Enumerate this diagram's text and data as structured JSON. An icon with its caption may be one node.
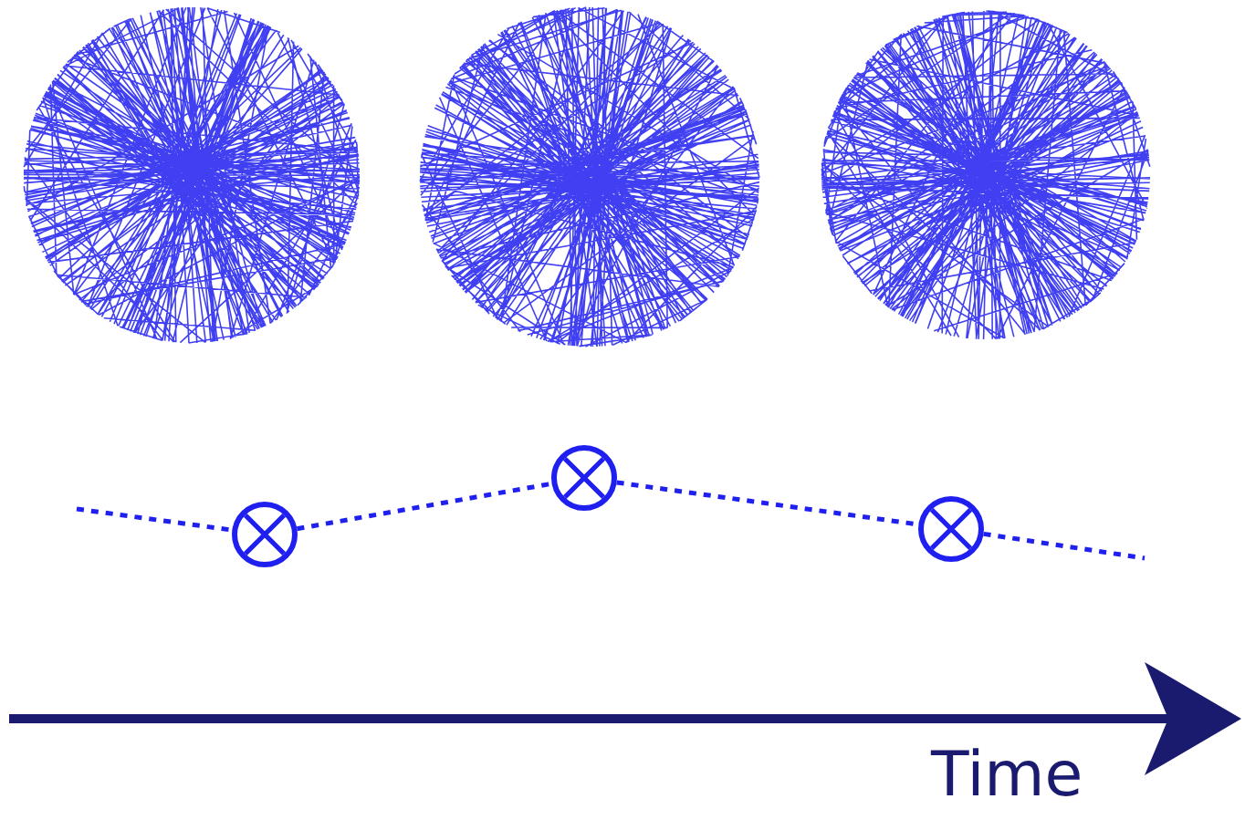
{
  "diagram": {
    "nodes": [
      {
        "text": [],
        "shape": "circle"
      },
      {
        "text": [],
        "shape": "circle"
      },
      {
        "text": [],
        "shape": "circle"
      }
    ],
    "edges": [
      {
        "from": null,
        "to": 0,
        "arrow": "none",
        "style": "dashed"
      },
      {
        "from": 0,
        "to": 1,
        "arrow": "none",
        "style": "dashed"
      },
      {
        "from": 1,
        "to": 2,
        "arrow": "none",
        "style": "dashed"
      },
      {
        "from": 2,
        "to": null,
        "arrow": "none",
        "style": "dashed"
      }
    ],
    "labels": [
      "Time"
    ]
  }
}
